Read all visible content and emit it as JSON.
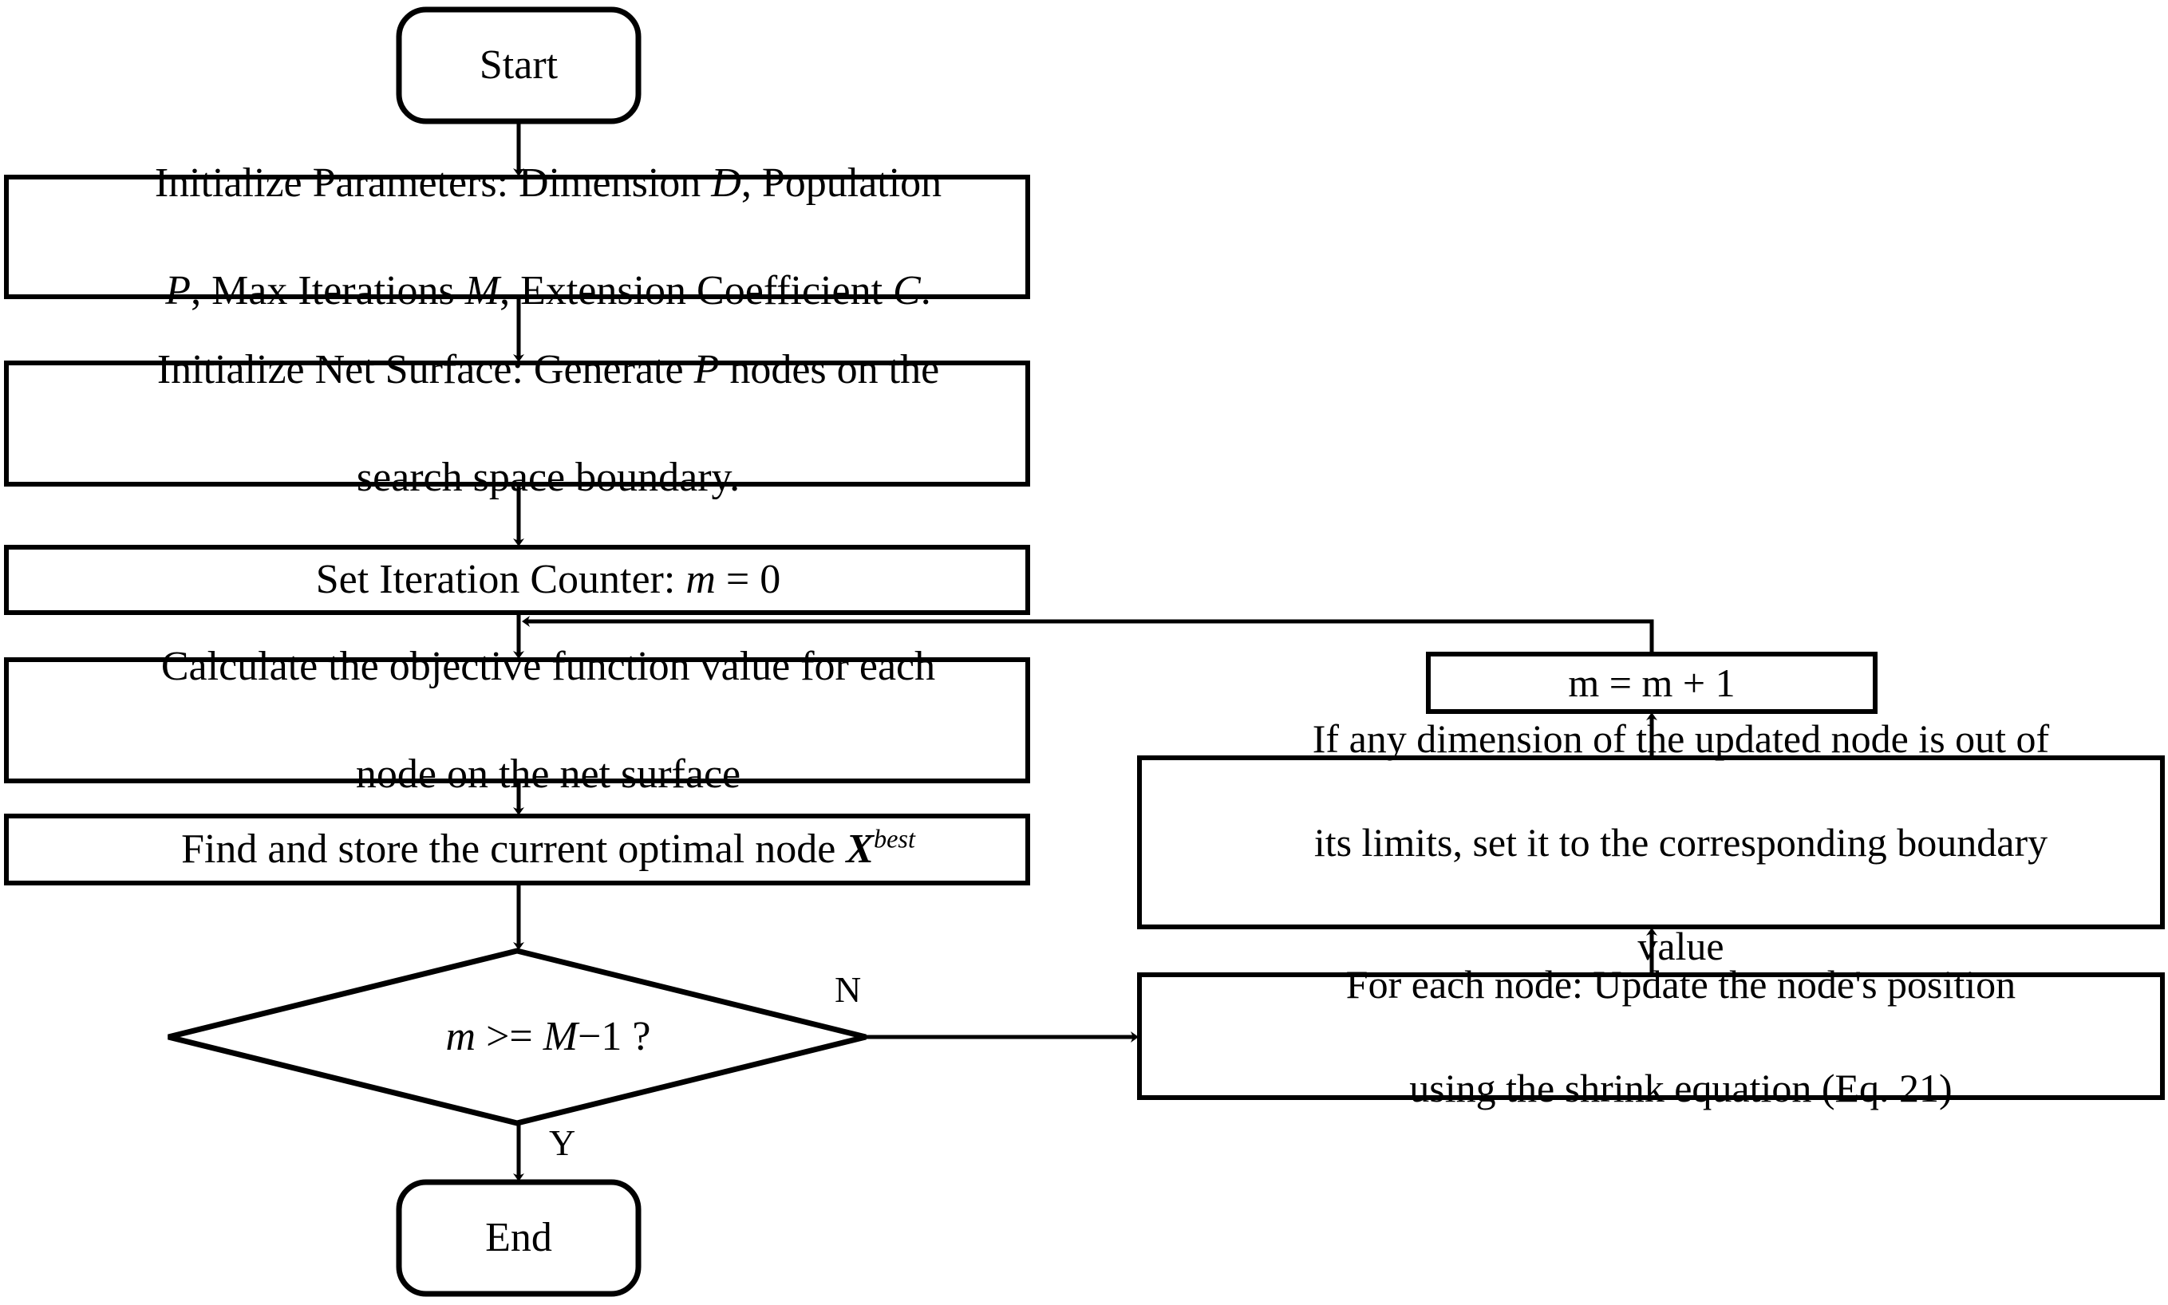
{
  "diagram": {
    "title": "Flowchart of the net-surface shrink optimization algorithm",
    "stroke_color": "#000000",
    "fill_color": "#ffffff",
    "background": "#ffffff"
  },
  "nodes": {
    "start": {
      "label": "Start",
      "shape": "rounded-rectangle",
      "font_size": 52
    },
    "init_params": {
      "shape": "rectangle",
      "font_size": 52,
      "line1_a": "Initialize Parameters: Dimension ",
      "line1_var": "D",
      "line1_b": ", Population",
      "line2_var": "P",
      "line2_a": ", Max Iterations ",
      "line2_var2": "M",
      "line2_b": ", Extension Coefficient ",
      "line2_var3": "C",
      "line2_c": "."
    },
    "init_surface": {
      "shape": "rectangle",
      "font_size": 52,
      "line1_a": "Initialize Net Surface: Generate ",
      "line1_var": "P",
      "line1_b": " nodes on the",
      "line2": "search space boundary."
    },
    "set_counter": {
      "shape": "rectangle",
      "font_size": 52,
      "text_a": "Set Iteration Counter: ",
      "var": "m",
      "text_b": " = 0"
    },
    "calc_objective": {
      "shape": "rectangle",
      "font_size": 52,
      "line1": "Calculate the objective function value for each",
      "line2": "node on the net surface"
    },
    "find_best": {
      "shape": "rectangle",
      "font_size": 52,
      "text_a": "Find and store the current optimal node ",
      "var": "X",
      "sup": "best"
    },
    "decision": {
      "shape": "diamond",
      "font_size": 52,
      "var1": "m",
      "op": " >= ",
      "var2": "M",
      "tail": "−1 ?"
    },
    "end": {
      "label": "End",
      "shape": "rounded-rectangle",
      "font_size": 52
    },
    "increment": {
      "shape": "rectangle",
      "font_size": 50,
      "text": "m = m + 1"
    },
    "clamp_bounds": {
      "shape": "rectangle",
      "font_size": 50,
      "line1": "If any dimension of the updated node is out of",
      "line2": "its limits, set it to the corresponding boundary",
      "line3": "value"
    },
    "update_position": {
      "shape": "rectangle",
      "font_size": 50,
      "line1": "For each node: Update the node's position",
      "line2": "using the shrink equation (Eq. 21)"
    }
  },
  "edge_labels": {
    "no_branch": "N",
    "yes_branch": "Y"
  },
  "flow": {
    "sequence": [
      "start",
      "init_params",
      "init_surface",
      "set_counter",
      "calc_objective",
      "find_best",
      "decision"
    ],
    "decision_yes_target": "end",
    "decision_no_target": "update_position",
    "loop_back_chain": [
      "update_position",
      "clamp_bounds",
      "increment",
      "calc_objective"
    ]
  }
}
